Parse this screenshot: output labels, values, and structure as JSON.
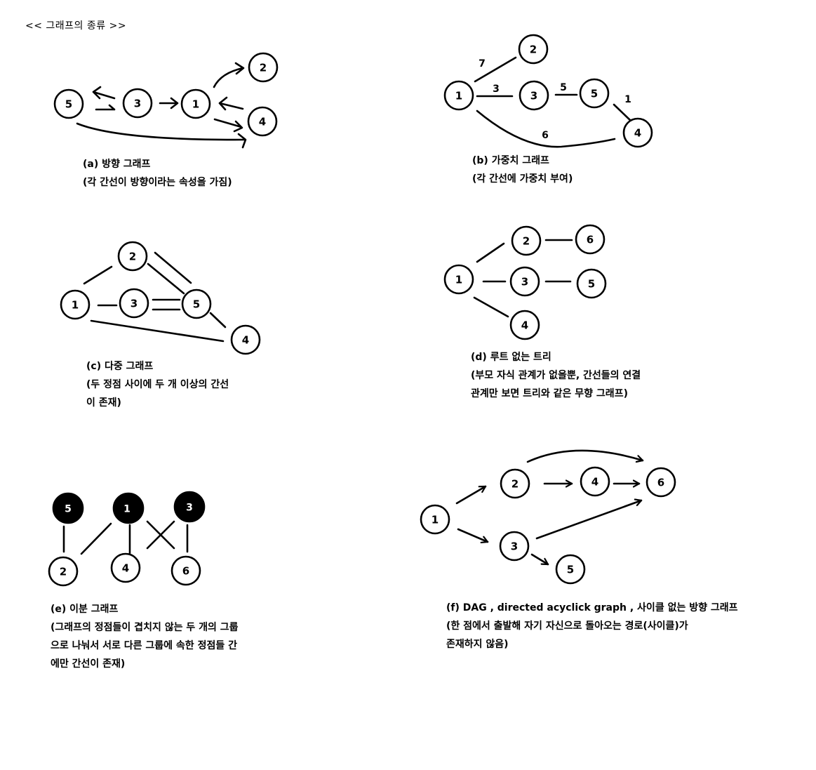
{
  "title": "<< 그래프의 종류 >>",
  "captions": {
    "a": [
      "(a) 방향 그래프",
      "(각 간선이 방향이라는 속성을 가짐)"
    ],
    "b": [
      "(b) 가중치 그래프",
      "(각 간선에 가중치 부여)"
    ],
    "c": [
      "(c) 다중 그래프",
      "(두 정점 사이에 두 개 이상의 간선",
      "이 존재)"
    ],
    "d": [
      "(d) 루트 없는 트리",
      "(부모 자식 관계가 없을뿐, 간선들의 연결",
      "관계만 보면 트리와 같은 무향 그래프)"
    ],
    "e": [
      "(e) 이분 그래프",
      "(그래프의 정점들이 겹치지 않는 두 개의 그룹",
      "으로 나눠서 서로 다른 그룹에 속한 정점들 간",
      "에만 간선이 존재)"
    ],
    "f": [
      "(f) DAG , directed acyclick graph , 사이클 없는 방향 그래프",
      "(한 점에서 출발해 자기 자신으로 돌아오는 경로(사이클)가",
      "존재하지 않음)"
    ]
  },
  "graphs": {
    "a": {
      "nodes": [
        "5",
        "3",
        "1",
        "2",
        "4"
      ]
    },
    "b": {
      "nodes": [
        "1",
        "2",
        "3",
        "5",
        "4"
      ],
      "weights": [
        "7",
        "3",
        "5",
        "1",
        "6"
      ]
    },
    "c": {
      "nodes": [
        "2",
        "1",
        "3",
        "5",
        "4"
      ]
    },
    "d": {
      "nodes": [
        "2",
        "6",
        "1",
        "3",
        "5",
        "4"
      ]
    },
    "e": {
      "nodes": [
        "5",
        "1",
        "3",
        "2",
        "4",
        "6"
      ]
    },
    "f": {
      "nodes": [
        "2",
        "4",
        "6",
        "1",
        "3",
        "5"
      ]
    }
  }
}
